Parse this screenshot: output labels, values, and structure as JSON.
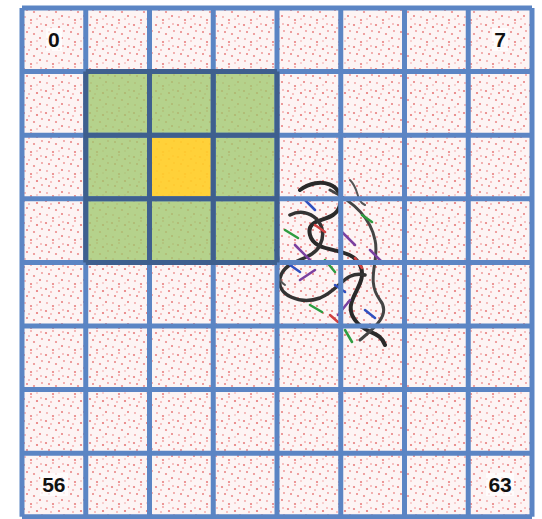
{
  "diagram": {
    "nodes": [
      {
        "text": [
          "0"
        ]
      },
      {
        "text": [
          "7"
        ]
      },
      {
        "text": [
          "56"
        ]
      },
      {
        "text": [
          "63"
        ]
      }
    ]
  }
}
